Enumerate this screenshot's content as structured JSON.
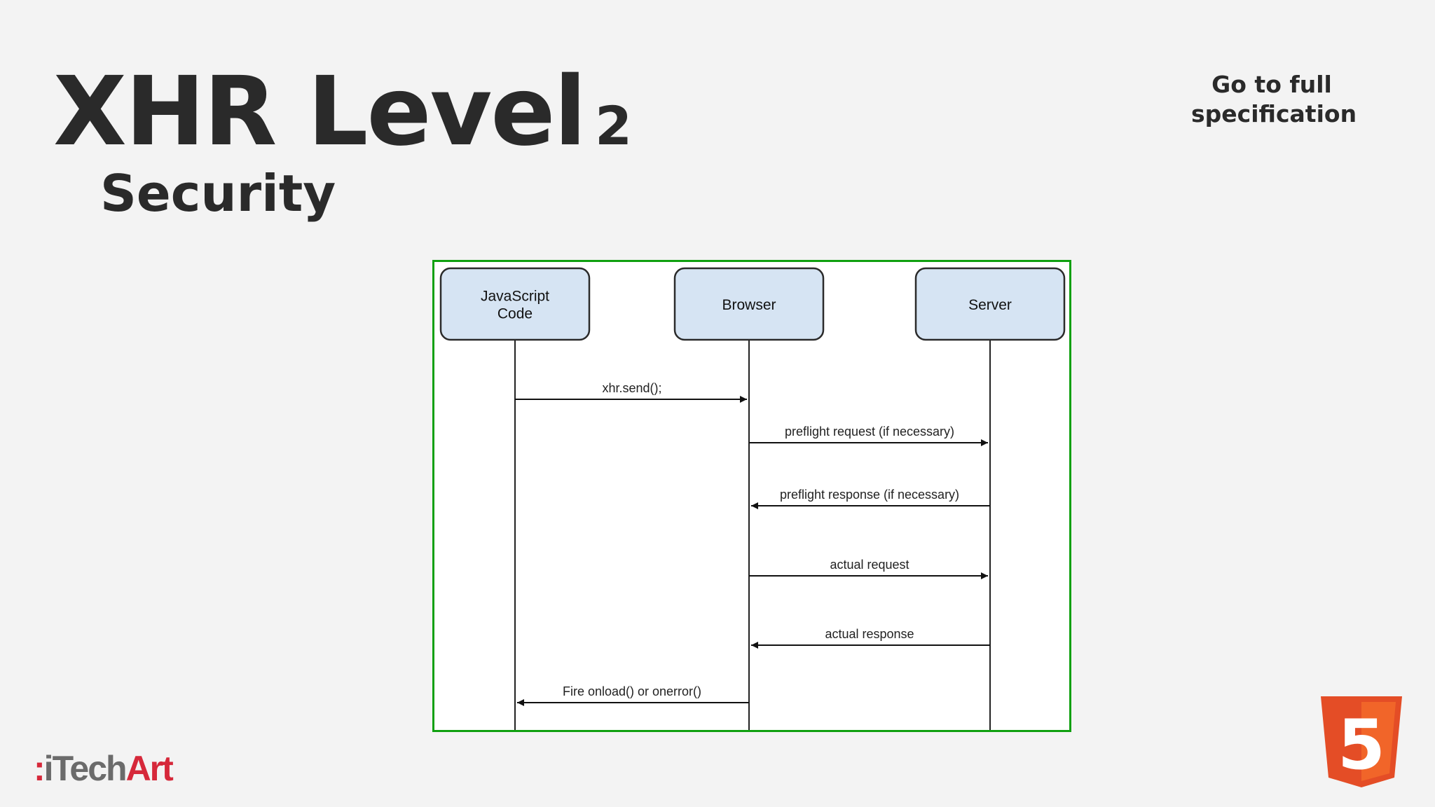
{
  "slide": {
    "title_main": "XHR Level",
    "title_level": "2",
    "subtitle": "Security",
    "spec_link_line1": "Go to full",
    "spec_link_line2": "specification"
  },
  "diagram": {
    "participants": [
      {
        "id": "js",
        "lines": [
          "JavaScript",
          "Code"
        ]
      },
      {
        "id": "browser",
        "lines": [
          "Browser"
        ]
      },
      {
        "id": "server",
        "lines": [
          "Server"
        ]
      }
    ],
    "messages": [
      {
        "from": "js",
        "to": "browser",
        "label": "xhr.send();"
      },
      {
        "from": "browser",
        "to": "server",
        "label": "preflight request (if necessary)"
      },
      {
        "from": "server",
        "to": "browser",
        "label": "preflight response (if necessary)"
      },
      {
        "from": "browser",
        "to": "server",
        "label": "actual request"
      },
      {
        "from": "server",
        "to": "browser",
        "label": "actual response"
      },
      {
        "from": "browser",
        "to": "js",
        "label": "Fire onload() or onerror()"
      }
    ],
    "colors": {
      "box_fill": "#d6e4f3",
      "box_stroke": "#2b2b2b",
      "frame": "#10a010"
    }
  },
  "footer": {
    "logo_dots": ":",
    "logo_i": "i",
    "logo_tech": "Tech",
    "logo_art": "Art",
    "html5_digit": "5",
    "html5_icon": "html5-shield-icon",
    "html5_colors": {
      "outer": "#e44d26",
      "inner": "#f16529"
    }
  }
}
